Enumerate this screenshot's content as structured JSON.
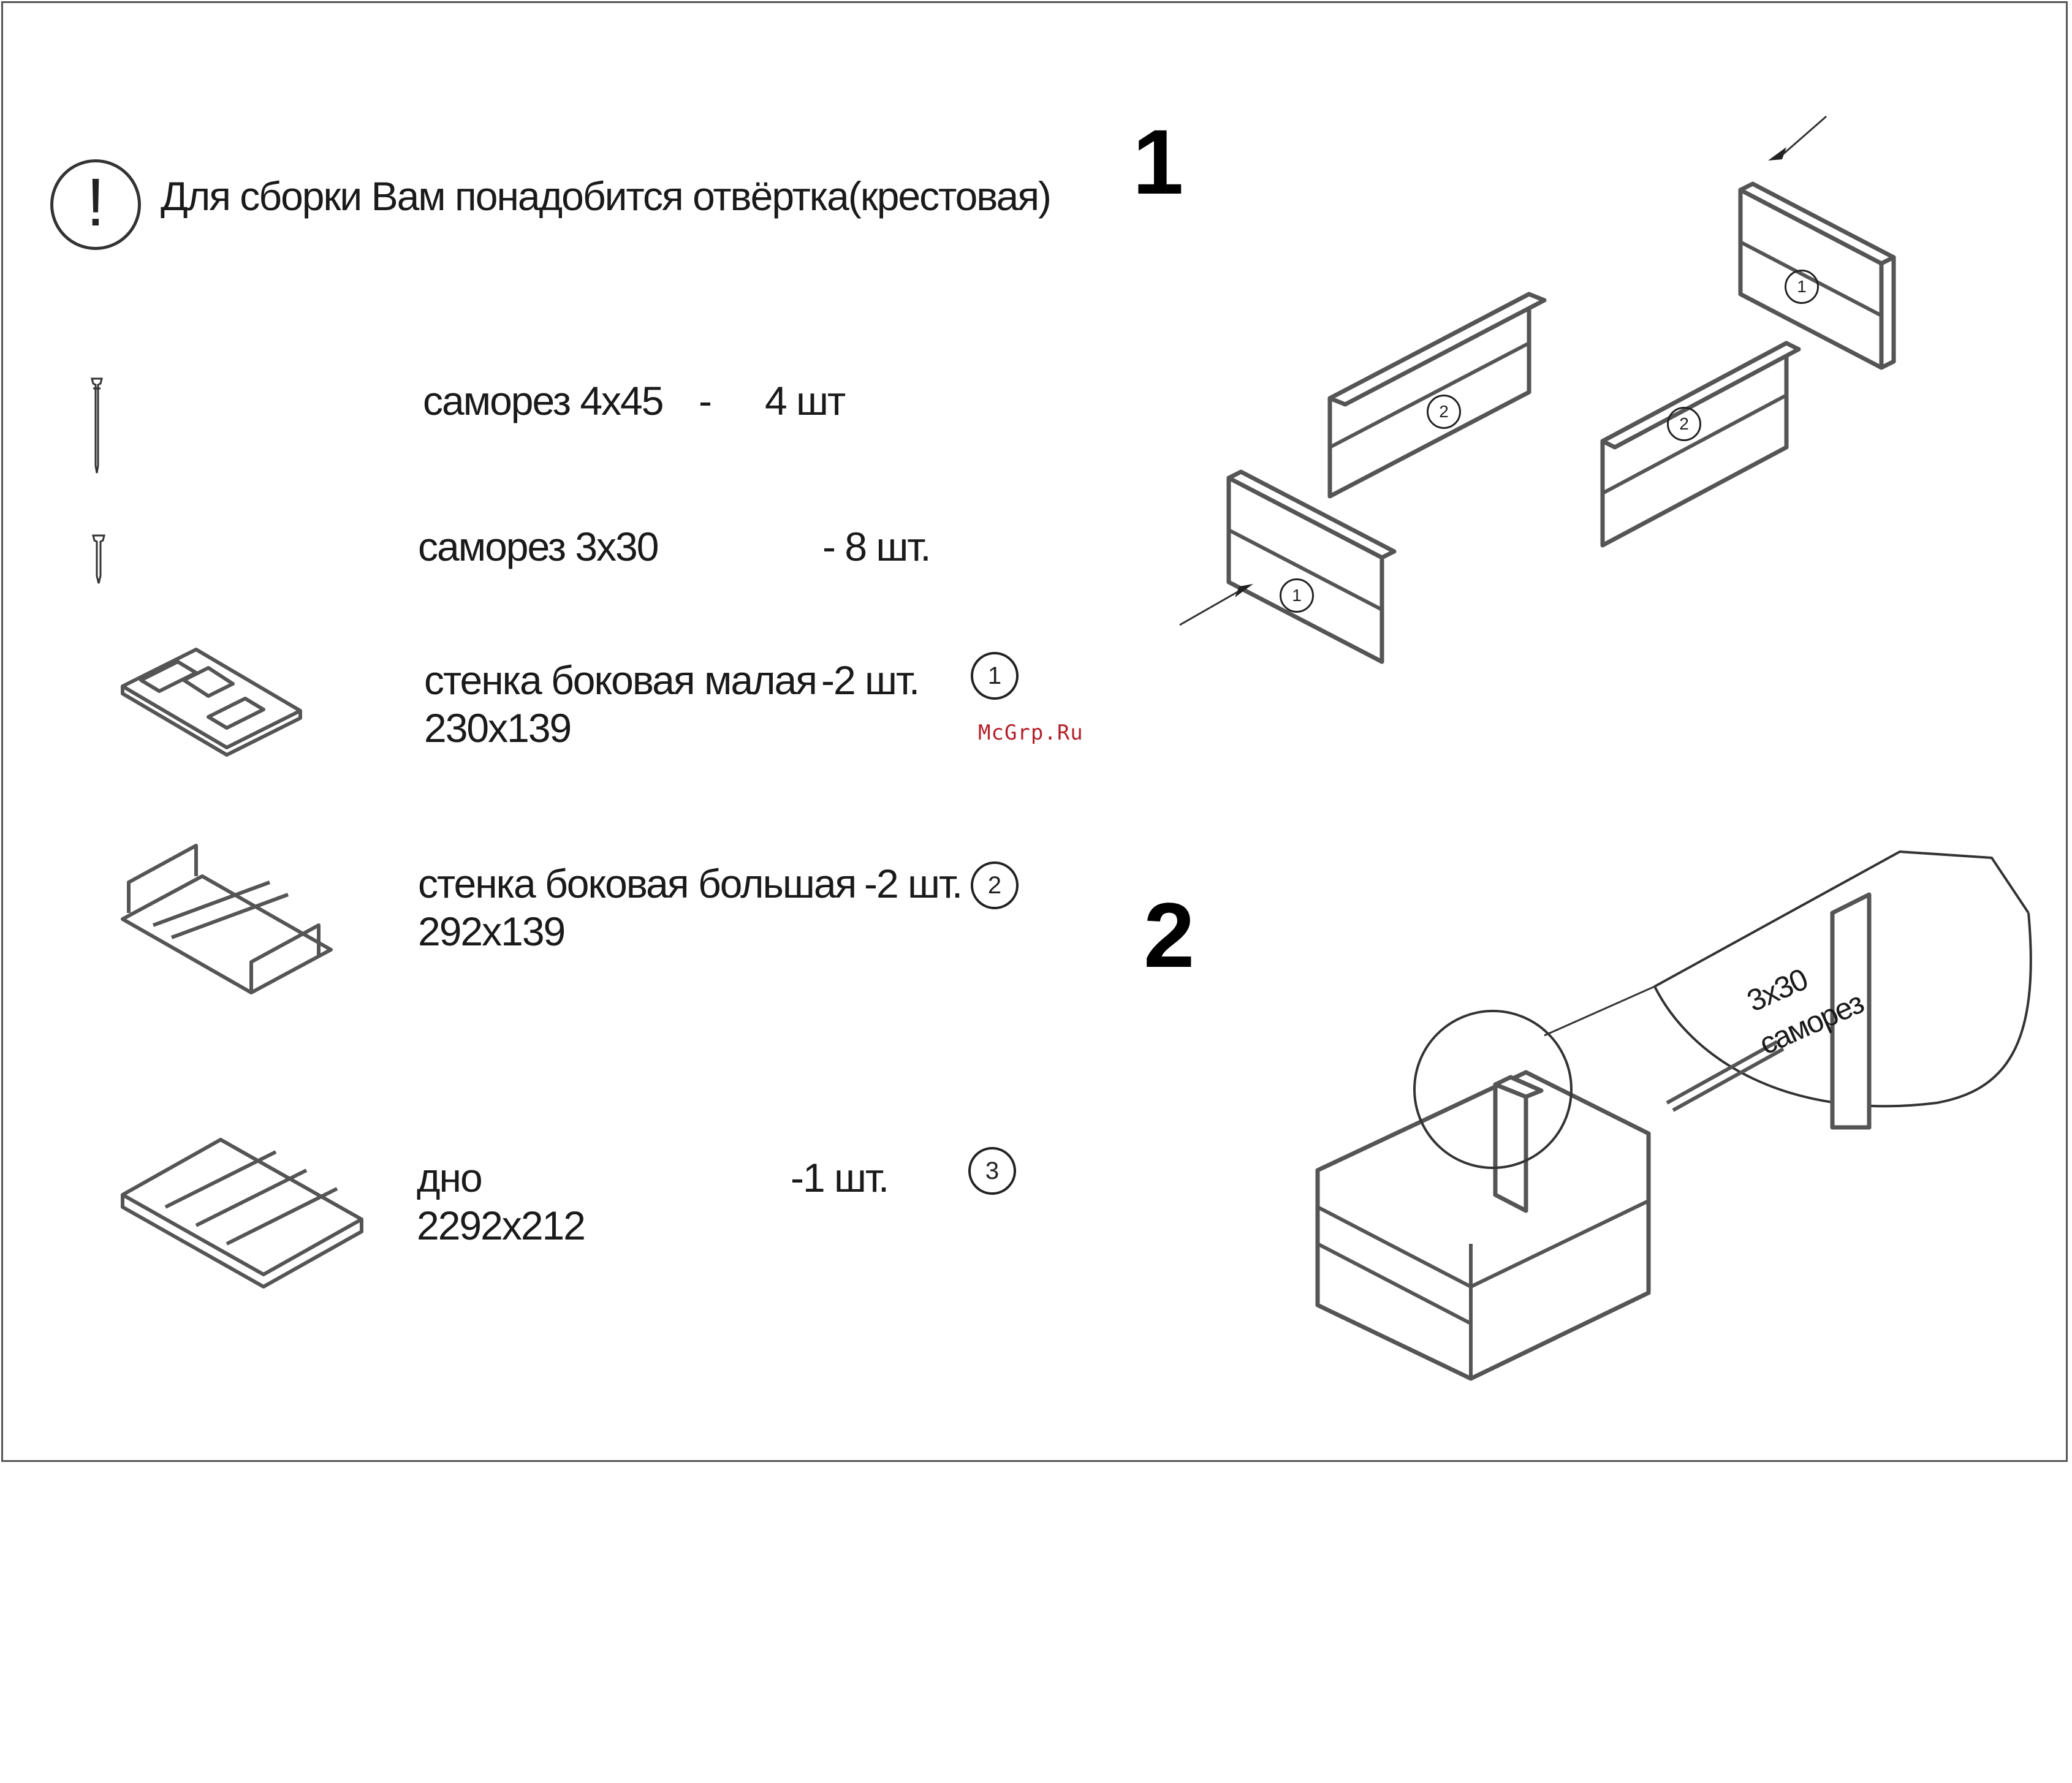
{
  "note": {
    "icon": "exclamation-icon",
    "symbol": "!",
    "text": "Для сборки Вам понадобится отвёртка(крестовая)"
  },
  "steps": {
    "step1": "1",
    "step2": "2"
  },
  "parts": [
    {
      "icon": "long-screw-icon",
      "name": "саморез 4x45",
      "dash": "-",
      "qty": "4 шт"
    },
    {
      "icon": "short-screw-icon",
      "name": "саморез 3x30",
      "qty": "- 8 шт."
    },
    {
      "icon": "small-side-wall-icon",
      "name": "стенка боковая малая",
      "qty": "-2 шт.",
      "size": "230x139",
      "marker": "1"
    },
    {
      "icon": "large-side-wall-icon",
      "name": "стенка боковая большая",
      "qty": "-2 шт.",
      "size": "292x139",
      "marker": "2"
    },
    {
      "icon": "bottom-panel-icon",
      "name": "дно",
      "qty": "-1 шт.",
      "size": "2292x212",
      "marker": "3"
    }
  ],
  "diagram1": {
    "labels": [
      "1",
      "2",
      "2",
      "1"
    ]
  },
  "diagram2": {
    "callout_line1": "3x30",
    "callout_line2": "саморез"
  },
  "watermark": "McGrp.Ru"
}
